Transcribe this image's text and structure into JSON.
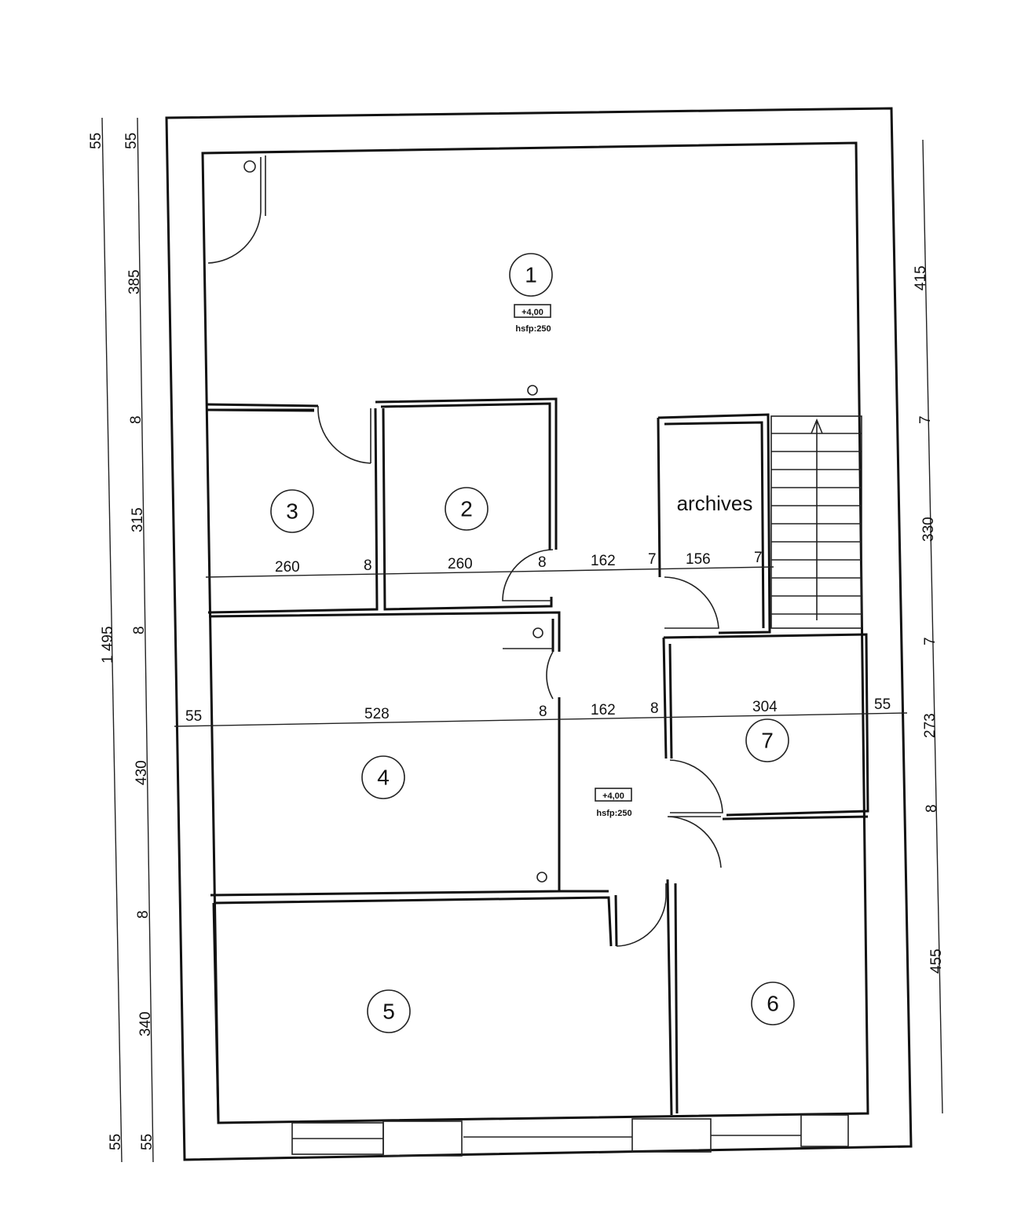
{
  "rooms": {
    "r1": "1",
    "r2": "2",
    "r3": "3",
    "r4": "4",
    "r5": "5",
    "r6": "6",
    "r7": "7",
    "archives": "archives"
  },
  "levels": {
    "room1": {
      "elevation": "+4,00",
      "height": "hsfp:250"
    },
    "corridor": {
      "elevation": "+4,00",
      "height": "hsfp:250"
    }
  },
  "dimensions": {
    "horizontal_upper": [
      "260",
      "8",
      "260",
      "8",
      "162",
      "7",
      "156",
      "7"
    ],
    "horizontal_lower": [
      "55",
      "528",
      "8",
      "162",
      "8",
      "304",
      "55"
    ],
    "left_outer": [
      "55",
      "1 495",
      "55"
    ],
    "left_inner": [
      "55",
      "385",
      "8",
      "315",
      "8",
      "430",
      "8",
      "340",
      "55"
    ],
    "right": [
      "415",
      "7",
      "330",
      "7",
      "273",
      "8",
      "455"
    ]
  }
}
